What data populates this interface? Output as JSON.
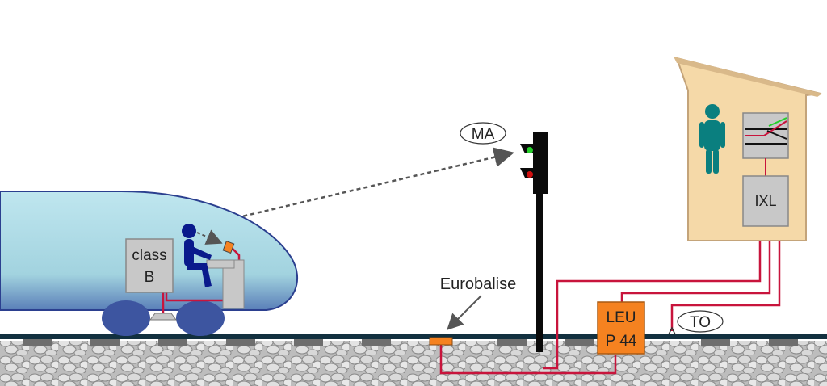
{
  "labels": {
    "ma": "MA",
    "class_b_line1": "class",
    "class_b_line2": "B",
    "eurobalise": "Eurobalise",
    "leu_line1": "LEU",
    "leu_line2": "P 44",
    "ixl": "IXL",
    "to": "TO"
  },
  "colors": {
    "train_body": "#a9d8e3",
    "train_outline": "#2b3f8f",
    "wheels": "#3d55a0",
    "driver": "#0a1a8c",
    "cable": "#c8143c",
    "unit_box": "#c8c8c8",
    "leu_box": "#f58220",
    "balise": "#f58220",
    "signal_green": "#25d02a",
    "signal_red": "#d01010",
    "signal_post": "#0a0a0a",
    "building": "#f5d9a8",
    "signalman": "#0a7f7f",
    "rail": "#12303f",
    "ballast": "#cfcfcf"
  },
  "icons": {
    "driver": "person-seated-icon",
    "signalman": "person-standing-icon",
    "track_diagram": "track-switch-diagram-icon",
    "signal": "railway-signal-icon"
  }
}
